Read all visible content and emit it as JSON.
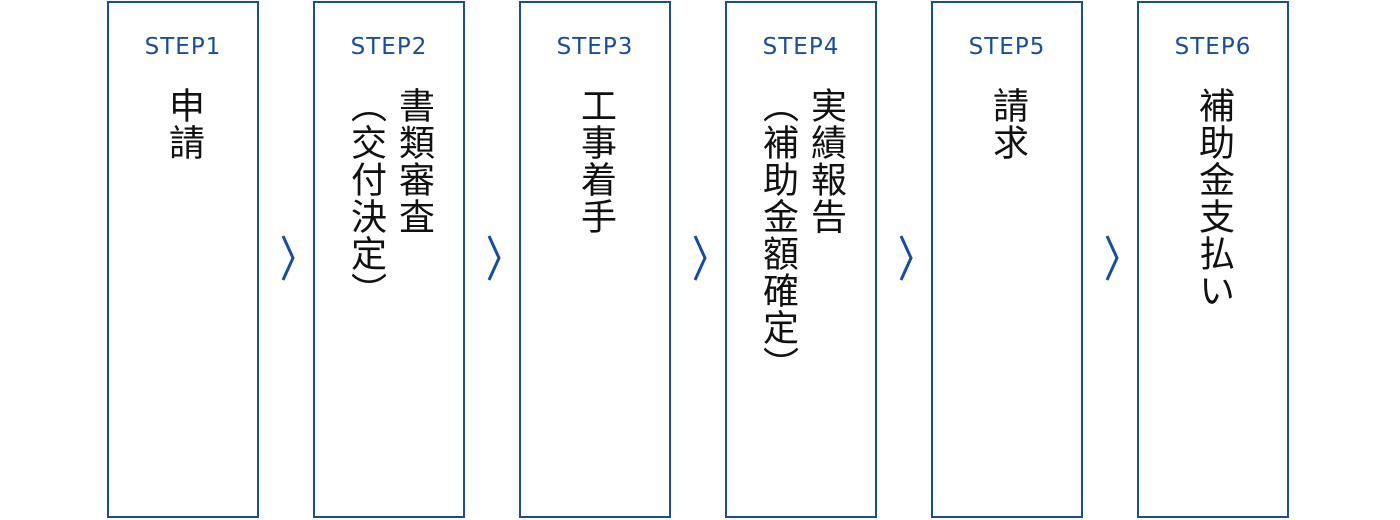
{
  "colors": {
    "accent": "#1a4d99",
    "text": "#111111",
    "background": "#ffffff"
  },
  "steps": [
    {
      "label": "STEP1",
      "main": "申請",
      "sub": ""
    },
    {
      "label": "STEP2",
      "main": "書類審査",
      "sub": "（交付決定）"
    },
    {
      "label": "STEP3",
      "main": "工事着手",
      "sub": ""
    },
    {
      "label": "STEP4",
      "main": "実績報告",
      "sub": "（補助金額確定）"
    },
    {
      "label": "STEP5",
      "main": "請求",
      "sub": ""
    },
    {
      "label": "STEP6",
      "main": "補助金支払い",
      "sub": ""
    }
  ],
  "arrow_icon": "chevron-right-icon"
}
